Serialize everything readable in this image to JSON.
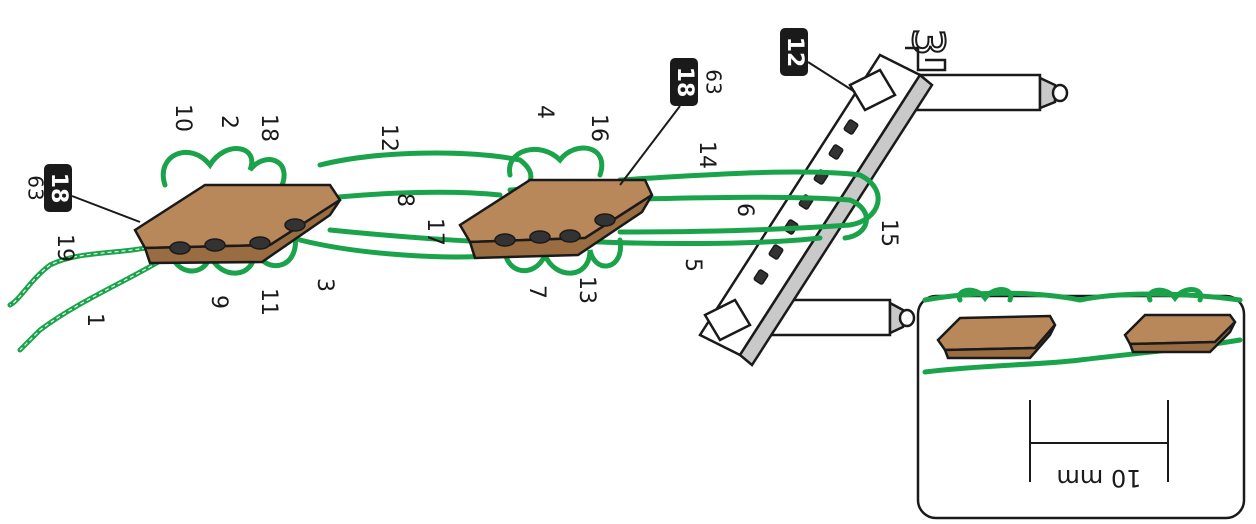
{
  "step": {
    "number": "3"
  },
  "parts": {
    "frame_badge": "12",
    "block_badge_right": "18",
    "block_qty_right": "63",
    "block_badge_left": "18",
    "block_qty_left": "63"
  },
  "sequence_labels": [
    "1",
    "2",
    "3",
    "4",
    "5",
    "6",
    "7",
    "8",
    "9",
    "10",
    "11",
    "12",
    "13",
    "14",
    "15",
    "16",
    "17",
    "18",
    "19"
  ],
  "inset": {
    "dimension": "10 mm"
  },
  "colors": {
    "rope": "#1aa34a",
    "wood": "#b8875a",
    "badge": "#1a1a1a"
  }
}
